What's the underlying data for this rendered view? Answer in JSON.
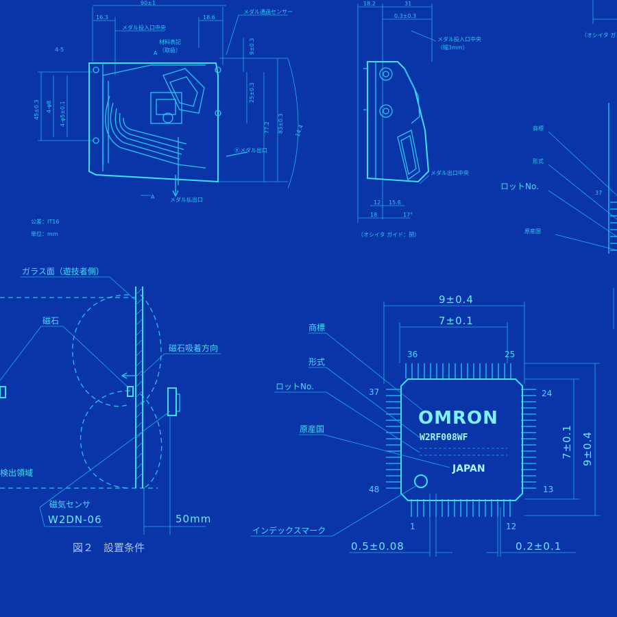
{
  "top_left_drawing": {
    "dims": {
      "width_total": "90±1",
      "d16_3": "16.3",
      "d18_6": "18.6",
      "d4_5": "4-5",
      "d45": "45±0.3",
      "d4_phi8": "4-φ8",
      "d4_phi5": "4-φ5±0.1",
      "d9": "9±0.3",
      "d25": "25±0.3",
      "d77": "77.2",
      "d83": "83±0.3",
      "d14": "14.4"
    },
    "labels": {
      "medal_in_center": "メダル投入口中央",
      "medal_sensor": "メダル通過センサー",
      "material_label": "材料表記",
      "material_label_sub": "（取扱）",
      "section_a": "A",
      "medal_out_right": "Ⓔメダル出口",
      "medal_out_bottom": "メダル払出口",
      "tolerance": "公差：IT16",
      "unit": "単位：mm"
    }
  },
  "side_view": {
    "dims": {
      "d18_2": "18.2",
      "d31": "31",
      "d0_3": "0.3±0.3",
      "d12": "12",
      "d15_6": "15.6",
      "d18": "18",
      "d17": "17°"
    },
    "labels": {
      "medal_in": "メダル投入口中央",
      "medal_in_width": "（幅3mm）",
      "medal_out_center": "メダル出口中央",
      "guide_note": "（オシイタ ガイド：閉）"
    }
  },
  "top_right_fragment": {
    "note": "（オシイタ ガ",
    "labels": [
      "商標",
      "形式",
      "ロットNo.",
      "原産国"
    ],
    "pin": "37"
  },
  "install_figure": {
    "glass": "ガラス面（遊技者側）",
    "magnet": "磁石",
    "magnet_dir": "磁石吸着方向",
    "detect_area": "検出領域",
    "sensor_label": "磁気センサ",
    "sensor_model": "W2DN-06",
    "distance": "50mm",
    "caption": "図２　設置条件"
  },
  "ic_package": {
    "width_outer": "9±0.4",
    "width_inner": "7±0.1",
    "height_inner": "7±0.1",
    "height_outer": "9±0.4",
    "pin_36": "36",
    "pin_25": "25",
    "pin_37": "37",
    "pin_24": "24",
    "pin_48": "48",
    "pin_13": "13",
    "pin_1": "1",
    "pin_12": "12",
    "brand": "OMRON",
    "model": "W2RF008WF",
    "country": "JAPAN",
    "label_brand": "商標",
    "label_type": "形式",
    "label_lot": "ロットNo.",
    "label_origin": "原産国",
    "label_index": "インデックスマーク",
    "pitch": "0.5±0.08",
    "lead_width": "0.2±0.1"
  }
}
